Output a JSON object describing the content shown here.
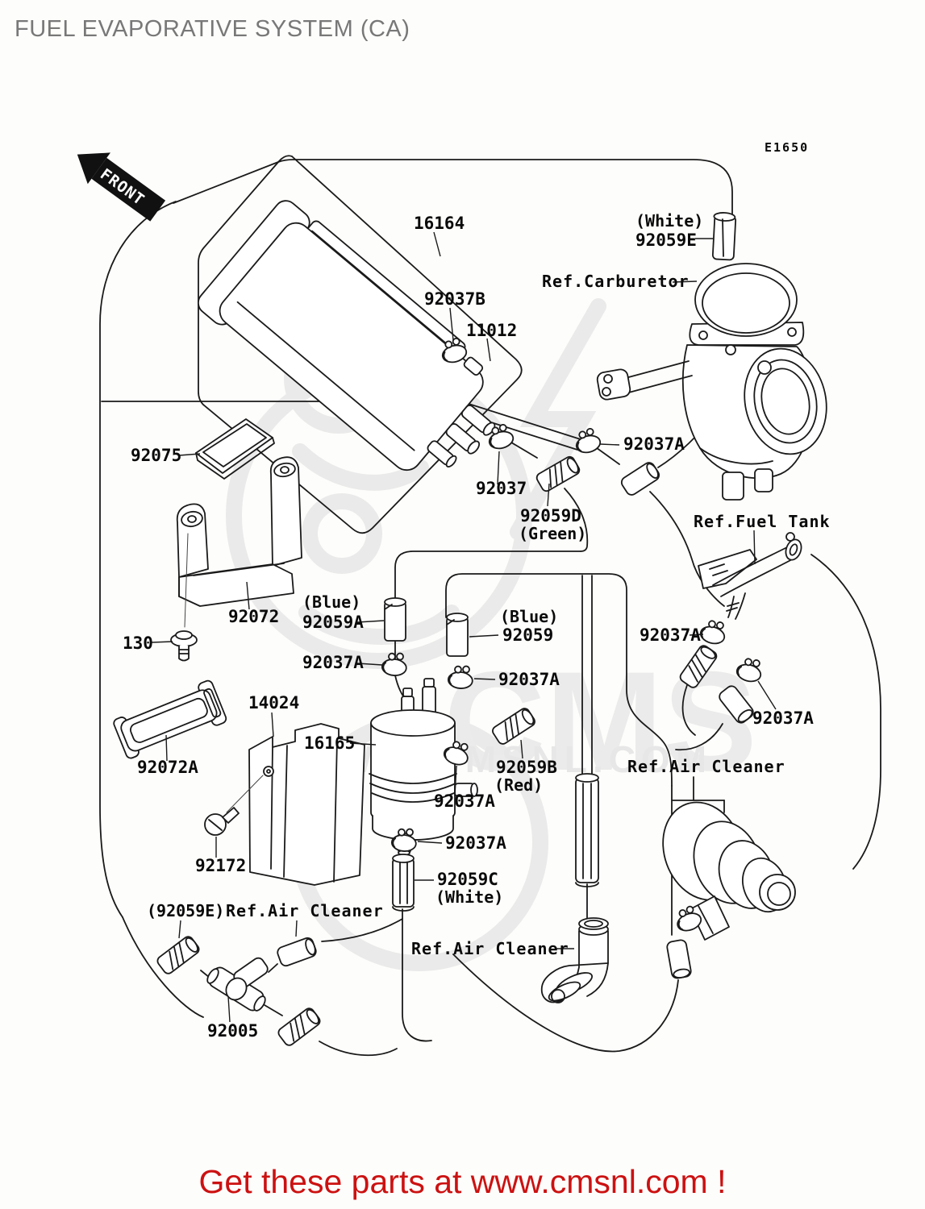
{
  "page": {
    "title": "FUEL EVAPORATIVE SYSTEM (CA)",
    "footer": "Get these parts at www.cmsnl.com !"
  },
  "watermark": {
    "big": "CMS",
    "url": "WWW.CMSNL.COM"
  },
  "diagram": {
    "code": "E1650",
    "front_marker": "FRONT",
    "parts": {
      "p16164": "16164",
      "p92059e_color": "(White)",
      "p92059e": "92059E",
      "ref_carburetor": "Ref.Carburetor",
      "p92037b": "92037B",
      "p11012": "11012",
      "p92075": "92075",
      "p92037": "92037",
      "p92037a": "92037A",
      "p92059d": "92059D",
      "p92059d_color": "(Green)",
      "ref_fuel_tank": "Ref.Fuel Tank",
      "p92072": "92072",
      "p130": "130",
      "p92059a_color": "(Blue)",
      "p92059a": "92059A",
      "p92059_color": "(Blue)",
      "p92059": "92059",
      "p14024": "14024",
      "p16165": "16165",
      "p92059b": "92059B",
      "p92059b_color": "(Red)",
      "ref_air_cleaner": "Ref.Air Cleaner",
      "p92072a": "92072A",
      "p92172": "92172",
      "p92059c": "92059C",
      "p92059c_color": "(White)",
      "p92059e_paren": "(92059E)",
      "p92005": "92005"
    },
    "colors": {
      "line": "#1a1a1a",
      "title": "#787878",
      "footer": "#cc1111",
      "watermark": "#e9e9e9"
    }
  }
}
